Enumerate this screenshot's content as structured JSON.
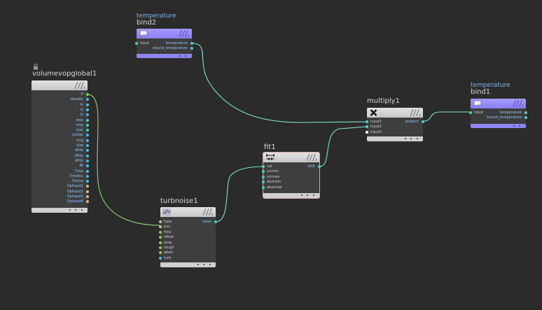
{
  "colors": {
    "background": "#2b2b2b",
    "wire": "#7fe3c9",
    "wire_green": "#8fd37a",
    "port_blue": "#46c2ea",
    "port_green": "#86d34a",
    "port_cyan": "#4fd0c5",
    "port_tan": "#e2b98a",
    "port_white": "#ffffff",
    "header_grey": "#d6d6d6",
    "header_purple": "#9a90ff",
    "selected_outline": "#e0a3a3"
  },
  "nodes": {
    "bind2": {
      "name": "bind2",
      "subtitle": "temperature",
      "icon": "speech-bubble-icon",
      "inputs": [
        "input"
      ],
      "outputs": [
        "temperature",
        "bound_temperature"
      ]
    },
    "volumevopglobal1": {
      "name": "volumevopglobal1",
      "icon": "lock-icon",
      "outputs": [
        "P",
        "density",
        "Ix",
        "Iy",
        "Iz",
        "resx",
        "resy",
        "resz",
        "center",
        "orig",
        "size",
        "dPdx",
        "dPdy",
        "dPdz",
        "Bt",
        "Time",
        "TimeInc",
        "Frame",
        "OpInput1",
        "OpInput2",
        "OpInput3",
        "OpInput4"
      ]
    },
    "turbnoise1": {
      "name": "turbnoise1",
      "icon": "noise-icon",
      "inputs": [
        "type",
        "pos",
        "freq",
        "offset",
        "amp",
        "rough",
        "atten",
        "turb"
      ],
      "outputs": [
        "noise"
      ]
    },
    "fit1": {
      "name": "fit1",
      "icon": "fit-range-icon",
      "inputs": [
        "val",
        "srcmin",
        "srcmax",
        "destmin",
        "destmax"
      ],
      "outputs": [
        "shift"
      ]
    },
    "multiply1": {
      "name": "multiply1",
      "icon": "multiply-icon",
      "inputs": [
        "input1",
        "input2",
        "input3"
      ],
      "outputs": [
        "product"
      ]
    },
    "bind1": {
      "name": "bind1",
      "subtitle": "temperature",
      "icon": "speech-bubble-icon",
      "inputs": [
        "input"
      ],
      "outputs": [
        "temperature",
        "bound_temperature"
      ]
    }
  }
}
